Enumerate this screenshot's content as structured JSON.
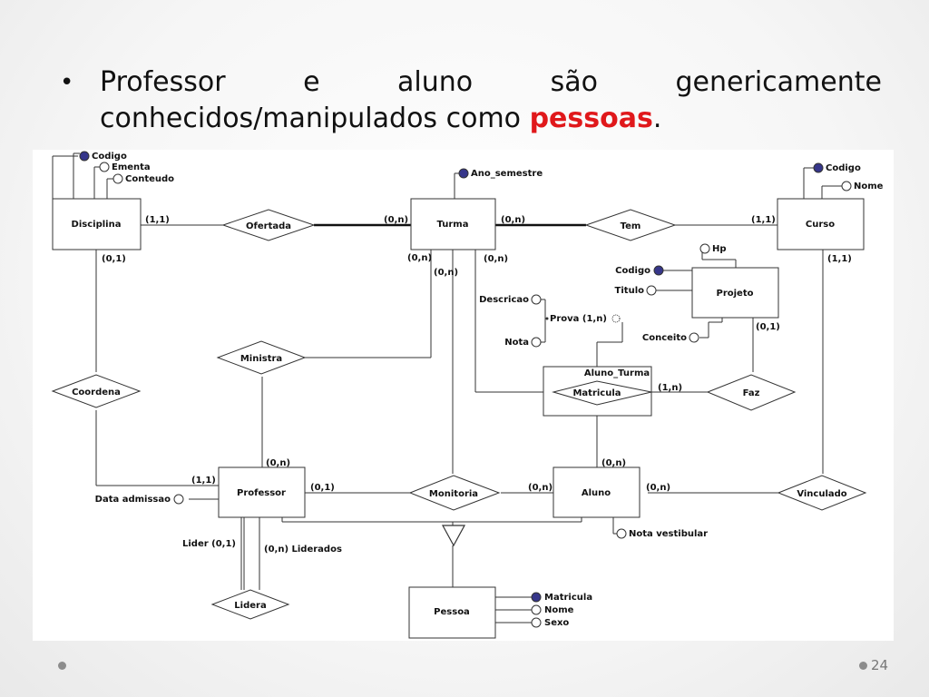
{
  "slide": {
    "bullet_words": [
      "Professor",
      "e",
      "aluno",
      "são",
      "genericamente"
    ],
    "line2_text": "conhecidos/manipulados como ",
    "highlight": "pessoas",
    "end_punct": ".",
    "page_number": "24",
    "highlight_color": "#e0181b"
  },
  "diagram": {
    "entities": {
      "disciplina": "Disciplina",
      "turma": "Turma",
      "curso": "Curso",
      "projeto": "Projeto",
      "aluno_turma": "Aluno_Turma",
      "professor": "Professor",
      "aluno": "Aluno",
      "pessoa": "Pessoa"
    },
    "relationships": {
      "ofertada": "Ofertada",
      "tem": "Tem",
      "ministra": "Ministra",
      "coordena": "Coordena",
      "matricula": "Matricula",
      "faz": "Faz",
      "monitoria": "Monitoria",
      "vinculado": "Vinculado",
      "lidera": "Lidera"
    },
    "attributes": {
      "disc_codigo": "Codigo",
      "disc_ementa": "Ementa",
      "disc_conteudo": "Conteudo",
      "turma_ano": "Ano_semestre",
      "curso_codigo": "Codigo",
      "curso_nome": "Nome",
      "proj_hp": "Hp",
      "proj_codigo": "Codigo",
      "proj_titulo": "Titulo",
      "proj_conceito": "Conceito",
      "descricao": "Descricao",
      "prova": "Prova (1,n)",
      "nota": "Nota",
      "data_admissao": "Data admissao",
      "nota_vestibular": "Nota vestibular",
      "pes_matricula": "Matricula",
      "pes_nome": "Nome",
      "pes_sexo": "Sexo"
    },
    "cardinalities": {
      "disc_ofertada": "(1,1)",
      "turma_ofertada": "(0,n)",
      "turma_tem": "(0,n)",
      "curso_tem": "(1,1)",
      "disc_coordena": "(0,1)",
      "turma_left": "(0,n)",
      "turma_ministra": "(0,n)",
      "turma_matricula": "(0,n)",
      "curso_vinculado": "(1,1)",
      "projeto_faz": "(0,1)",
      "aluno_turma_faz": "(1,n)",
      "prof_coordena": "(1,1)",
      "prof_ministra": "(0,n)",
      "prof_monitoria": "(0,1)",
      "aluno_monitoria": "(0,n)",
      "aluno_matricula": "(0,n)",
      "aluno_vinculado": "(0,n)",
      "lider": "Lider (0,1)",
      "liderados": "(0,n) Liderados"
    }
  }
}
